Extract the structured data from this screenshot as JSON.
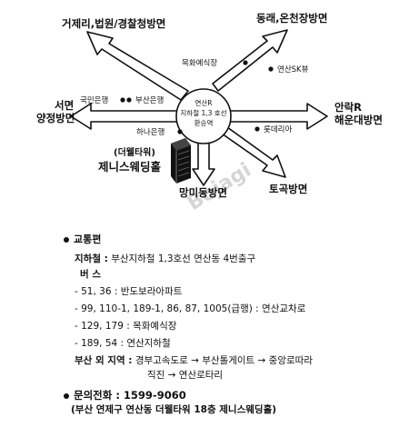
{
  "map": {
    "center_label": [
      "연산R",
      "지하철 1,3 호선",
      "환승역"
    ],
    "directions": [
      {
        "text": [
          "거제리,법원/경찰청방면"
        ]
      },
      {
        "text": [
          "동래,온천장방면"
        ]
      },
      {
        "text": [
          "서면",
          "양정방면"
        ]
      },
      {
        "text": [
          "안락R",
          "해운대방면"
        ]
      },
      {
        "text": [
          "망미동방면"
        ]
      },
      {
        "text": [
          "토곡방면"
        ]
      }
    ],
    "pois": [
      "목화예식장",
      "연산SK뷰",
      "국민은행",
      "부산은행",
      "롯데리아",
      "하나은행"
    ],
    "building": {
      "line1": "(더웰타워)",
      "line2": "제니스웨딩홀"
    },
    "watermark": "Bojagi"
  },
  "info": {
    "transport_title": "교통편",
    "subway_label": "지하철 :",
    "subway_text": "부산지하철 1,3호선 연산동 4번출구",
    "bus_label": "버    스",
    "bus_routes": [
      "- 51, 36 : 반도보라아파트",
      "- 99, 110-1, 189-1, 86, 87, 1005(급행) : 연산교차로",
      "- 129, 179 : 목화예식장",
      "- 189, 54 : 연산지하철"
    ],
    "outside_label": "부산 외 지역 :",
    "outside_lines": [
      "경부고속도로 → 부산톨게이트 → 중앙로따라",
      "직진 → 연산로타리"
    ],
    "contact_title": "문의전화 : 1599-9060",
    "contact_address": "(부산 연제구 연산동 더웰타워 18층 제니스웨딩홀)"
  }
}
